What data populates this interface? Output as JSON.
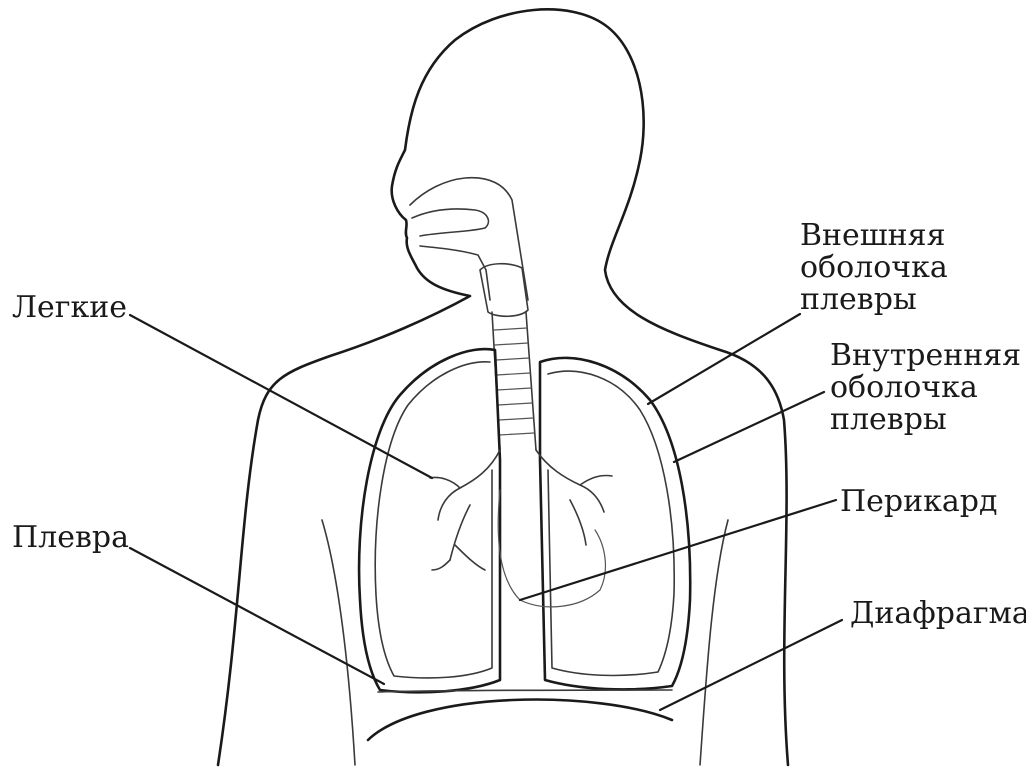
{
  "labels": {
    "lungs": "Легкие",
    "pleura": "Плевра",
    "outer_pleura": [
      "Внешняя",
      "оболочка",
      "плевры"
    ],
    "inner_pleura": [
      "Внутренняя",
      "оболочка",
      "плевры"
    ],
    "pericardium": "Перикард",
    "diaphragm": "Диафрагма"
  },
  "colors": {
    "line": "#1a1a1a",
    "background": "#ffffff"
  }
}
